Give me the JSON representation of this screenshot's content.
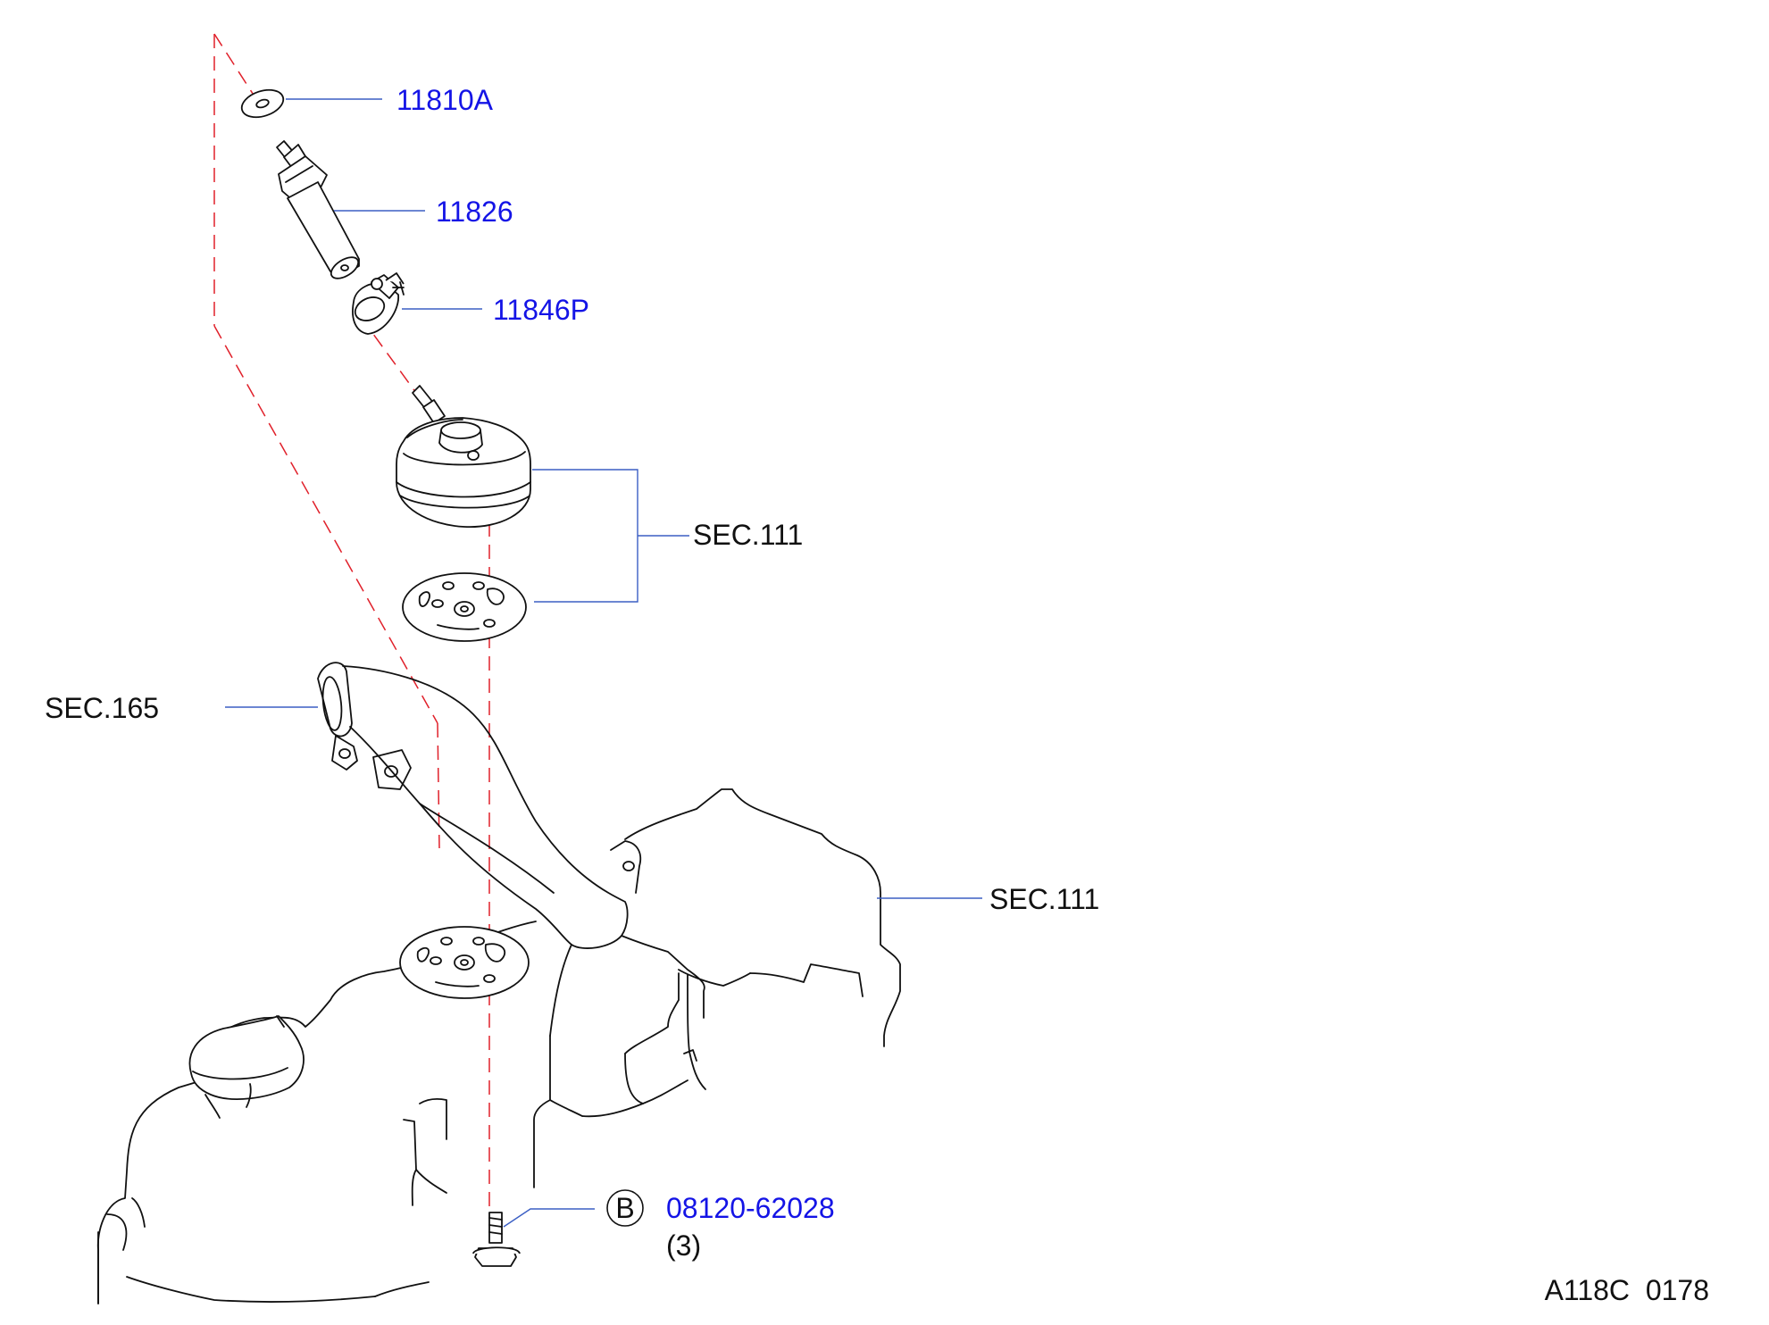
{
  "colors": {
    "part_number": "#1414e6",
    "leader_line": "#3b5fc4",
    "phantom_line": "#e0202a",
    "linework": "#111111",
    "background": "#ffffff"
  },
  "callouts": {
    "washer": "11810A",
    "valve": "11826",
    "hose_clamp": "11846P",
    "separator_ref": "SEC.111",
    "water_pipe_ref": "SEC.165",
    "rocker_cover_ref": "SEC.111",
    "bolt": "08120-62028",
    "bolt_qty": "(3)",
    "bolt_marker": "B"
  },
  "diagram_code": "A118C  0178"
}
